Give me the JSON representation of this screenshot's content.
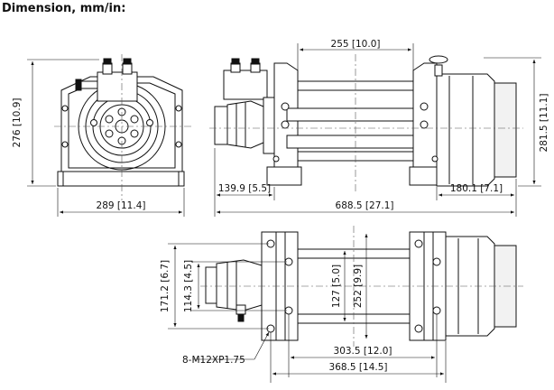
{
  "heading": "Dimension, mm/in:",
  "dimensions": {
    "top_span": "255 [10.0]",
    "front_height": "276 [10.9]",
    "front_width": "289 [11.4]",
    "side_height": "281.5 [11.1]",
    "left_offset": "139.9 [5.5]",
    "right_offset": "180.1 [7.1]",
    "overall_length": "688.5 [27.1]",
    "vert_outer": "171.2 [6.7]",
    "vert_inner": "114.3 [4.5]",
    "drum_dia": "127 [5.0]",
    "flange_dia": "252 [9.9]",
    "bolt_spec": "8-M12XP1.75",
    "bolt_span_inner": "303.5 [12.0]",
    "bolt_span_outer": "368.5 [14.5]"
  }
}
